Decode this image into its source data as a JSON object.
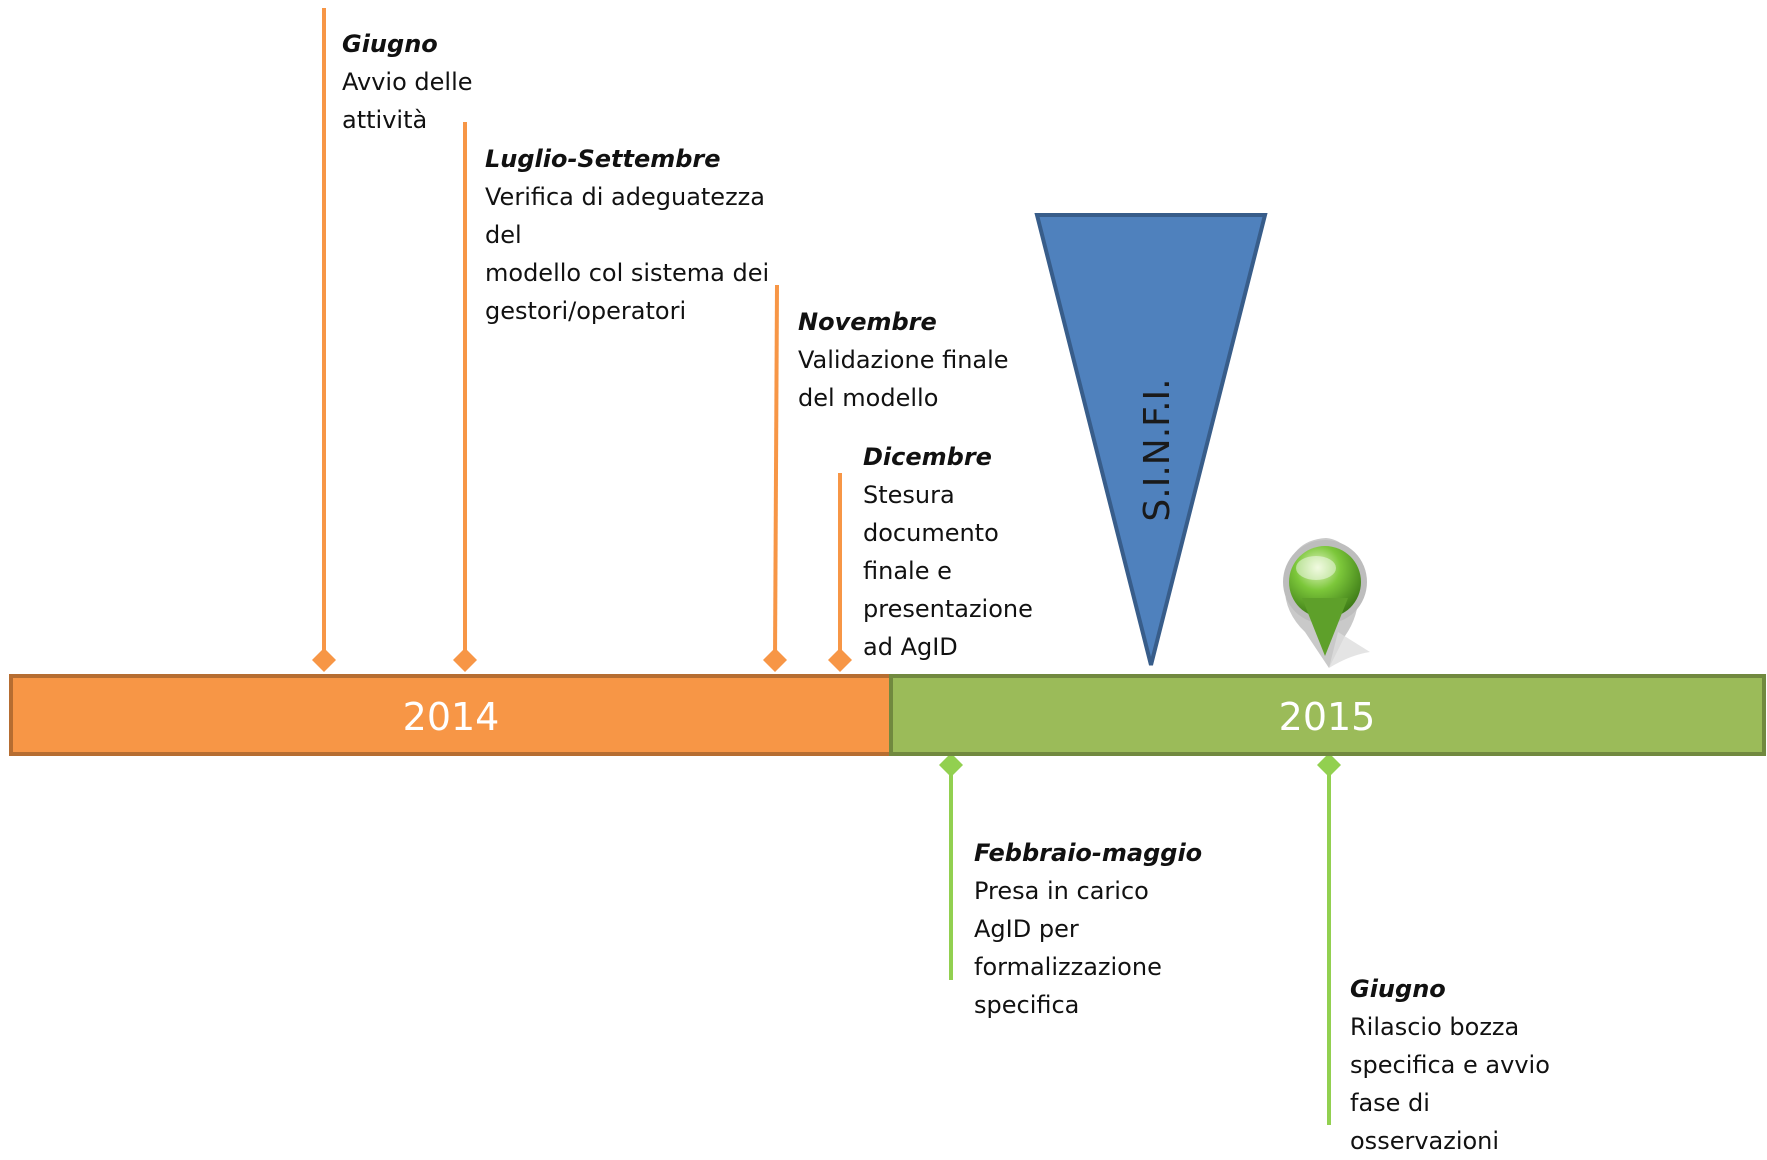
{
  "timeline": {
    "years": [
      {
        "label": "2014",
        "fill": "#f79646",
        "stroke": "#b66d31"
      },
      {
        "label": "2015",
        "fill": "#9bbb59",
        "stroke": "#71893f"
      }
    ],
    "marker": {
      "label": "S.I.N.F.I.",
      "fill": "#4f81bd",
      "stroke": "#385d8a"
    },
    "events": [
      {
        "id": "giugno-2014",
        "title": "Giugno",
        "desc": "Avvio delle\nattività",
        "color": "#f79646"
      },
      {
        "id": "luglio-settembre-2014",
        "title": "Luglio-Settembre",
        "desc": "Verifica di adeguatezza\ndel\nmodello col sistema dei\ngestori/operatori",
        "color": "#f79646"
      },
      {
        "id": "novembre-2014",
        "title": "Novembre",
        "desc": "Validazione finale\ndel modello",
        "color": "#f79646"
      },
      {
        "id": "dicembre-2014",
        "title": "Dicembre",
        "desc": "Stesura\ndocumento\nfinale e\npresentazione\nad AgID",
        "color": "#f79646"
      },
      {
        "id": "febbraio-maggio-2015",
        "title": "Febbraio-maggio",
        "desc": "Presa in carico\nAgID per\nformalizzazione\nspecifica",
        "color": "#92d050"
      },
      {
        "id": "giugno-2015",
        "title": "Giugno",
        "desc": "Rilascio bozza\nspecifica e avvio\nfase di\nosservazioni",
        "color": "#92d050"
      }
    ]
  }
}
